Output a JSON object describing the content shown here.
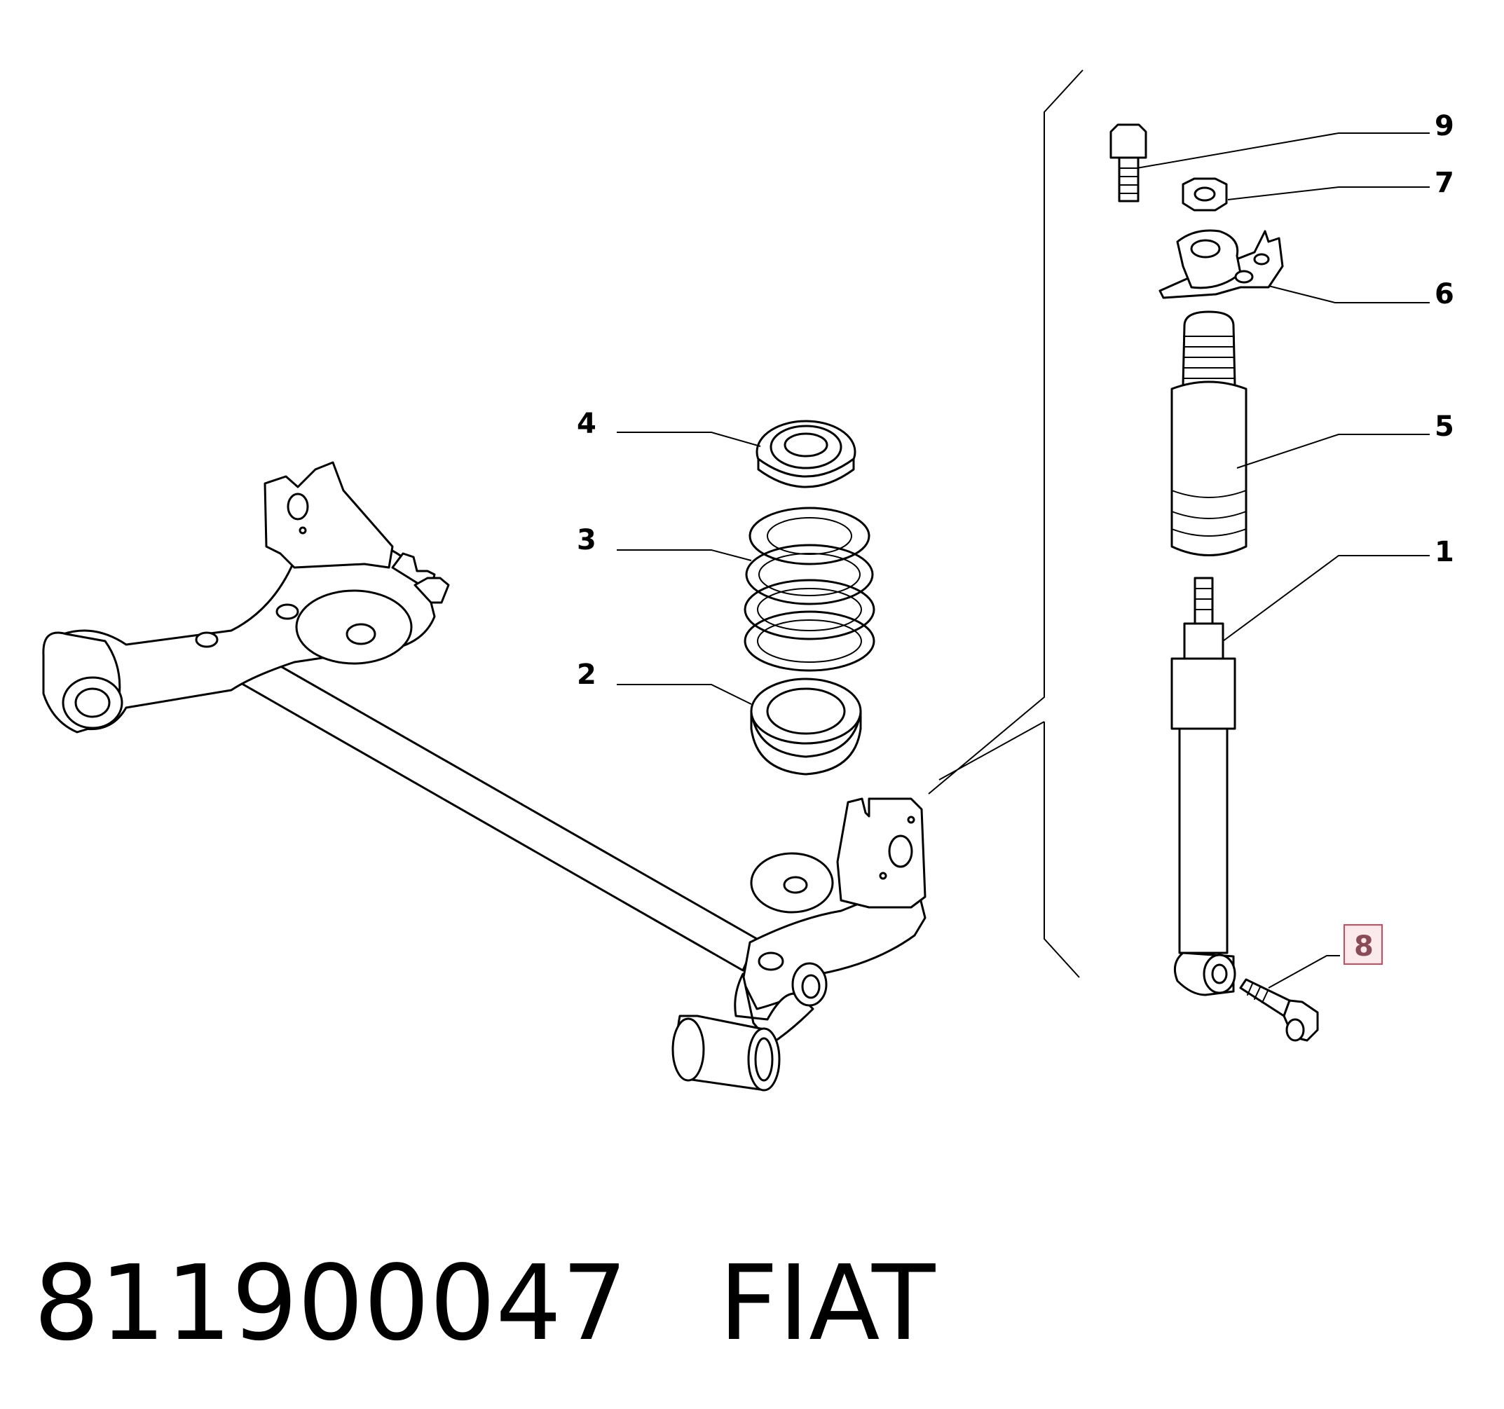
{
  "callouts": [
    {
      "id": "1",
      "label": "1"
    },
    {
      "id": "2",
      "label": "2"
    },
    {
      "id": "3",
      "label": "3"
    },
    {
      "id": "4",
      "label": "4"
    },
    {
      "id": "5",
      "label": "5"
    },
    {
      "id": "6",
      "label": "6"
    },
    {
      "id": "7",
      "label": "7"
    },
    {
      "id": "8",
      "label": "8",
      "highlighted": true
    },
    {
      "id": "9",
      "label": "9"
    }
  ],
  "highlight_color": "#d9465a",
  "caption": {
    "part_number": "811900047",
    "brand": "FIAT"
  }
}
